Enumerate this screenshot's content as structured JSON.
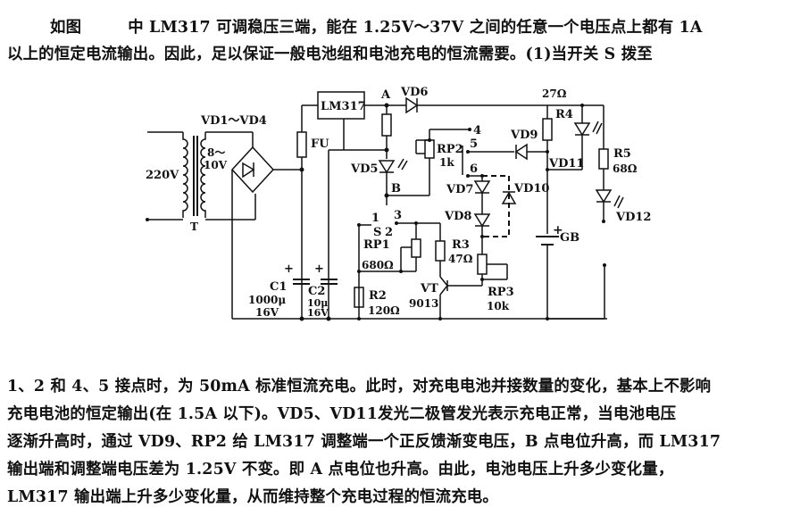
{
  "document": {
    "intro": {
      "prefix": "如图",
      "line1": "中 LM317 可调稳压三端，能在 1.25V～37V 之间的任意一个电压点上都有 1A",
      "line2": "以上的恒定电流输出。因此，足以保证一般电池组和电池充电的恒流需要。(1)当开关 S 拨至"
    },
    "body_lines": [
      "1、2 和 4、5 接点时，为 50mA 标准恒流充电。此时，对充电电池并接数量的变化，基本上不影响",
      "充电电池的恒定输出(在 1.5A 以下)。VD5、VD11发光二极管发光表示充电正常，当电池电压",
      "逐渐升高时，通过 VD9、RP2 给 LM317 调整端一个正反馈渐变电压，B 点电位升高，而 LM317",
      "输出端和调整端电压差为 1.25V 不变。即 A 点电位也升高。由此，电池电压上升多少变化量，",
      "LM317 输出端上升多少变化量，从而维持整个充电过程的恒流充电。"
    ]
  },
  "circuit": {
    "regulator": "LM317",
    "node_a": "A",
    "node_b": "B",
    "mains": "220V",
    "transformer": "T",
    "secondary": [
      "8～",
      "10V"
    ],
    "bridge": "VD1～VD4",
    "fuse": "FU",
    "c1": {
      "name": "C1",
      "value": "1000μ",
      "voltage": "16V"
    },
    "c2": {
      "name": "C2",
      "value": "10μ",
      "voltage": "16V"
    },
    "vd5": "VD5",
    "vd6": "VD6",
    "vd7": "VD7",
    "vd8": "VD8",
    "vd9": "VD9",
    "vd10": "VD10",
    "vd11": "VD11",
    "vd12": "VD12",
    "rp1": {
      "name": "RP1",
      "value": "680Ω"
    },
    "rp2": {
      "name": "RP2",
      "value": "1k"
    },
    "rp3": {
      "name": "RP3",
      "value": "10k"
    },
    "r2": {
      "name": "R2",
      "value": "120Ω"
    },
    "r3": {
      "name": "R3",
      "value": "47Ω"
    },
    "r4": {
      "name": "R4",
      "value": "27Ω"
    },
    "r5": {
      "name": "R5",
      "value": "68Ω"
    },
    "transistor": {
      "name": "VT",
      "part": "9013"
    },
    "switch": "S",
    "contacts": [
      "1",
      "2",
      "3",
      "4",
      "5",
      "6"
    ],
    "battery": "GB",
    "battery_plus": "+"
  }
}
